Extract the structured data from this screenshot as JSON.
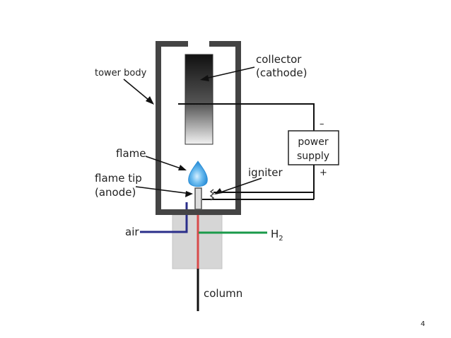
{
  "labels": {
    "tower_body": "tower body",
    "collector_line1": "collector",
    "collector_line2": "(cathode)",
    "flame": "flame",
    "flame_tip_line1": "flame tip",
    "flame_tip_line2": "(anode)",
    "igniter": "igniter",
    "power_supply_line1": "power",
    "power_supply_line2": "supply",
    "minus": "–",
    "plus": "+",
    "air": "air",
    "h2_base": "H",
    "h2_sub": "2",
    "column": "column",
    "page_number": "4"
  },
  "colors": {
    "tower": "#444444",
    "air_line": "#2b2f8a",
    "h2_line": "#1a9a4a",
    "column_inner": "#d84a4a",
    "base_block": "#d6d6d6",
    "flame": "#45a6e6"
  }
}
